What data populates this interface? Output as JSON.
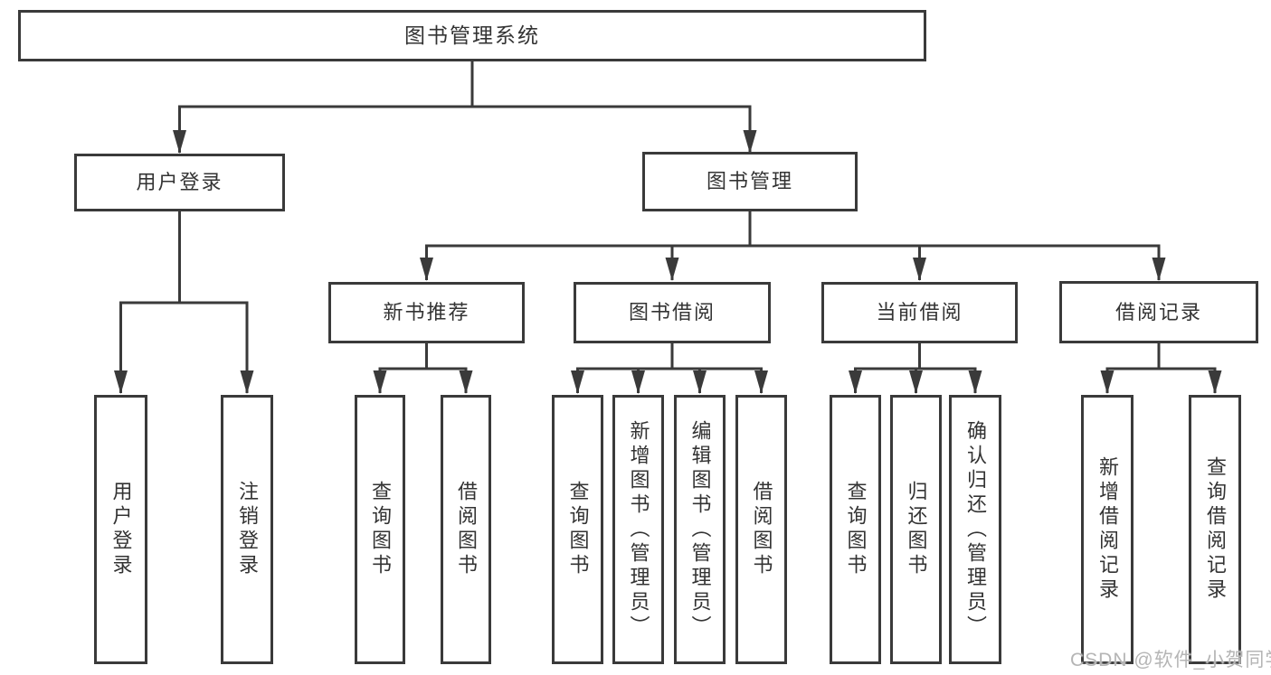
{
  "diagram": {
    "type": "hierarchy-tree",
    "title": "图书管理系统",
    "nodes": {
      "root": {
        "label": "图书管理系统"
      },
      "user_login": {
        "label": "用户登录"
      },
      "book_mgmt": {
        "label": "图书管理"
      },
      "ul_login": {
        "label": "用户登录"
      },
      "ul_logout": {
        "label": "注销登录"
      },
      "new_books": {
        "label": "新书推荐"
      },
      "borrow": {
        "label": "图书借阅"
      },
      "current": {
        "label": "当前借阅"
      },
      "records": {
        "label": "借阅记录"
      },
      "nb_query": {
        "label": "查询图书"
      },
      "nb_borrow": {
        "label": "借阅图书"
      },
      "bw_query": {
        "label": "查询图书"
      },
      "bw_add": {
        "label": "新增图书（管理员）"
      },
      "bw_edit": {
        "label": "编辑图书（管理员）"
      },
      "bw_borrow": {
        "label": "借阅图书"
      },
      "cu_query": {
        "label": "查询图书"
      },
      "cu_return": {
        "label": "归还图书"
      },
      "cu_confirm": {
        "label": "确认归还（管理员）"
      },
      "rc_add": {
        "label": "新增借阅记录"
      },
      "rc_query": {
        "label": "查询借阅记录"
      }
    },
    "hierarchy": {
      "root": [
        "user_login",
        "book_mgmt"
      ],
      "user_login": [
        "ul_login",
        "ul_logout"
      ],
      "book_mgmt": [
        "new_books",
        "borrow",
        "current",
        "records"
      ],
      "new_books": [
        "nb_query",
        "nb_borrow"
      ],
      "borrow": [
        "bw_query",
        "bw_add",
        "bw_edit",
        "bw_borrow"
      ],
      "current": [
        "cu_query",
        "cu_return",
        "cu_confirm"
      ],
      "records": [
        "rc_add",
        "rc_query"
      ]
    },
    "colors": {
      "line": "#3a3a3a",
      "box_border": "#3a3a3a",
      "box_fill": "#ffffff",
      "text": "#333333",
      "watermark": "#b5b5b5",
      "background": "#ffffff"
    }
  },
  "watermark": {
    "text": "CSDN @软件_小贺同学"
  }
}
